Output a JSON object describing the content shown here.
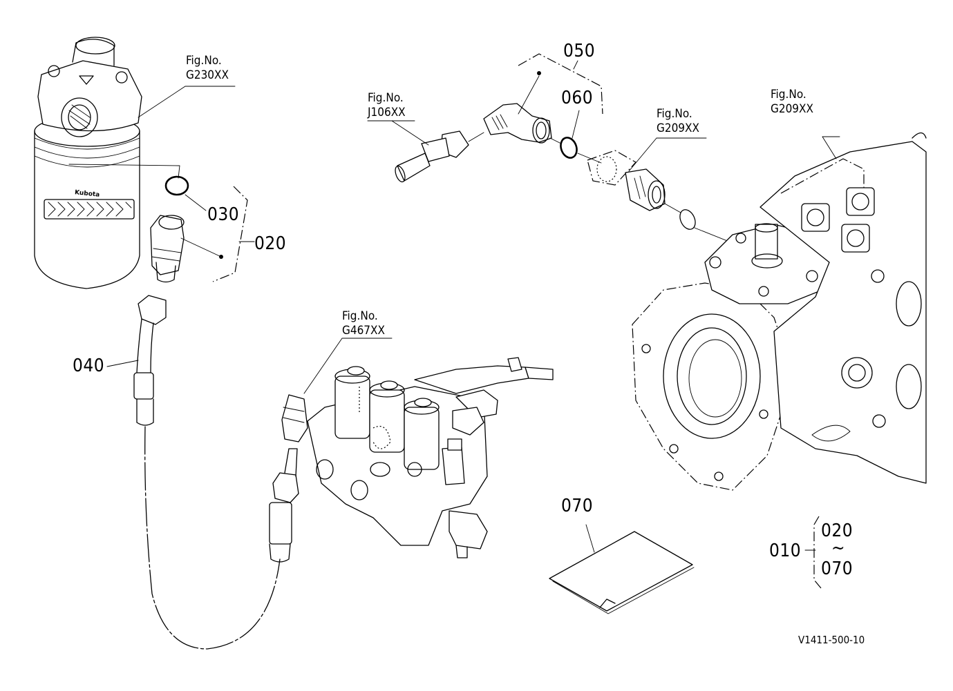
{
  "figure_refs": [
    {
      "id": "g230",
      "line1": "Fig.No.",
      "line2": "G230XX"
    },
    {
      "id": "j106",
      "line1": "Fig.No.",
      "line2": "J106XX"
    },
    {
      "id": "g209a",
      "line1": "Fig.No.",
      "line2": "G209XX"
    },
    {
      "id": "g209b",
      "line1": "Fig.No.",
      "line2": "G209XX"
    },
    {
      "id": "g467",
      "line1": "Fig.No.",
      "line2": "G467XX"
    }
  ],
  "part_numbers": {
    "p020": "020",
    "p030": "030",
    "p040": "040",
    "p050": "050",
    "p060": "060",
    "p070": "070"
  },
  "assembly": {
    "main": "010",
    "range_start": "020",
    "range_sep": "~",
    "range_end": "070"
  },
  "filter_brand": "Kubota",
  "drawing_code": "V1411-500-10"
}
